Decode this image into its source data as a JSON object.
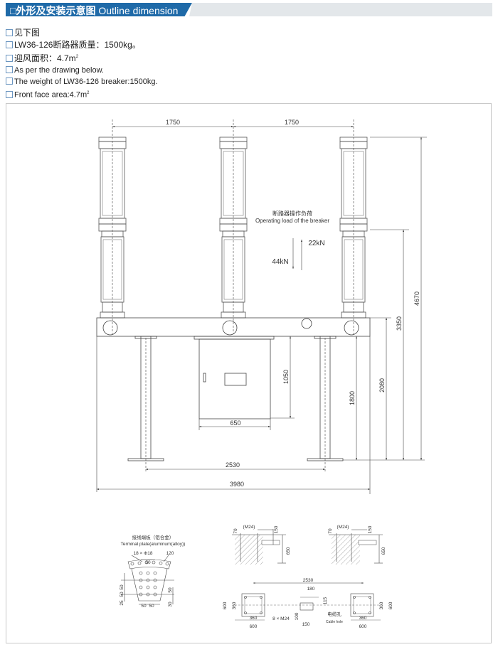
{
  "header": {
    "title_zh": "□外形及安装示意图",
    "title_en": "Outline dimension",
    "accent": "#1f6aa8"
  },
  "notes": [
    {
      "text": "见下图"
    },
    {
      "text": "LW36-126断路器质量：1500kg。"
    },
    {
      "text": "迎风面积：4.7m",
      "sup": "2"
    },
    {
      "text": "As per the drawing below."
    },
    {
      "text": "The weight of LW36-126 breaker:1500kg."
    },
    {
      "text": "Front face area:4.7m",
      "sup": "2"
    }
  ],
  "drawing": {
    "dims": {
      "pole_spacing_1": "1750",
      "pole_spacing_2": "1750",
      "total_height": "4670",
      "h_3350": "3350",
      "h_2080": "2080",
      "h_1800": "1800",
      "cabinet_height": "1050",
      "cabinet_width": "650",
      "leg_spacing": "2530",
      "total_width": "3980"
    },
    "load": {
      "title_zh": "断路器操作负荷",
      "title_en": "Operating load of the breaker",
      "up": "22kN",
      "down": "44kN"
    },
    "terminal": {
      "title_zh": "接线端板（铝合金）",
      "title_en": "Terminal plate(aluminum(alloy))",
      "holes": "18 × Φ18",
      "d120": "120",
      "d50a": "50",
      "d50b": "50",
      "d50c": "50",
      "d50d": "50",
      "d50e": "50",
      "d50f": "50",
      "d25": "25",
      "d30": "30"
    },
    "foundation": {
      "bolt": "(M24)",
      "d70": "70",
      "d150": "150",
      "d650": "650",
      "bolt2": "(M24)",
      "d70b": "70",
      "d150b": "150",
      "d650b": "650",
      "d2530": "2530",
      "d180": "180",
      "d115": "115",
      "d100": "100",
      "d150c": "150",
      "d600a": "600",
      "d360a": "360",
      "d360b": "360",
      "d600b": "600",
      "bolts": "8 × M24",
      "cable_zh": "电缆孔",
      "cable_en": "Cable hole",
      "d360c": "360",
      "d600c": "600",
      "d360d": "360",
      "d600d": "600"
    }
  }
}
